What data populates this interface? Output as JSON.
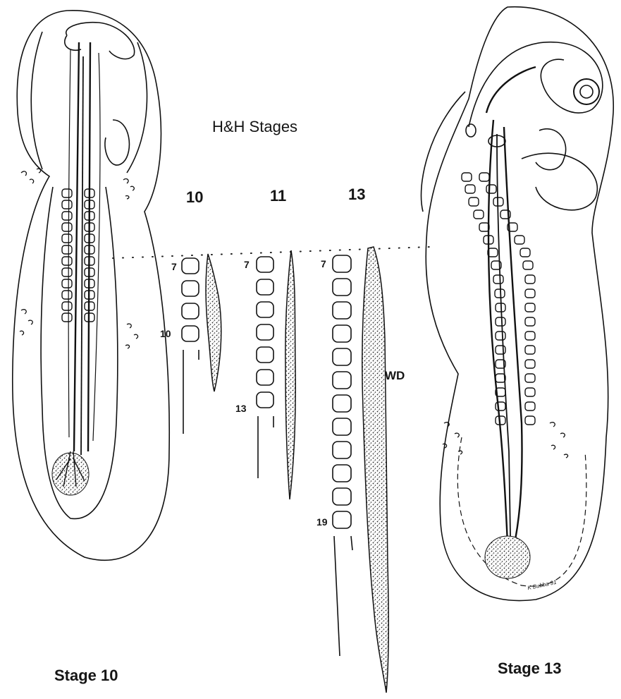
{
  "title": "H&H  Stages",
  "stage_columns": [
    {
      "heading": "10",
      "start_label": "7",
      "end_label": "10"
    },
    {
      "heading": "11",
      "start_label": "7",
      "end_label": "13"
    },
    {
      "heading": "13",
      "start_label": "7",
      "end_label": "19"
    }
  ],
  "duct_label": "WD",
  "left_embryo_label": "Stage 10",
  "right_embryo_label": "Stage 13",
  "signature": "K Bubba 91",
  "colors": {
    "ink": "#111111",
    "background": "#ffffff"
  }
}
